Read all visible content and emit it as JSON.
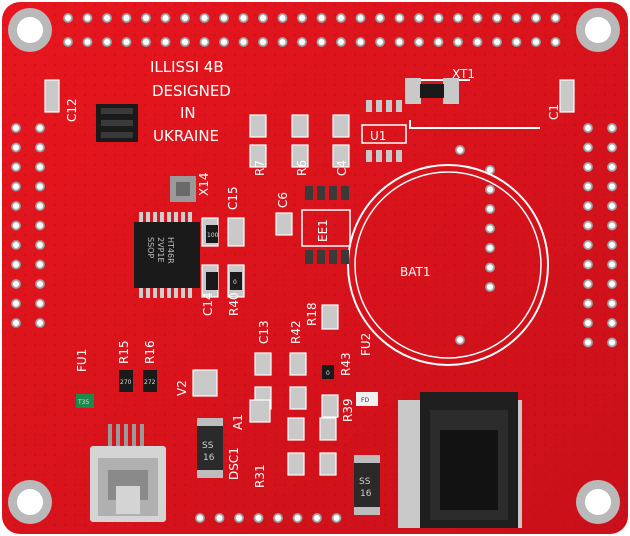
{
  "board": {
    "silkscreen_title": [
      "ILLISSI 4B",
      "DESIGNED",
      "IN",
      "UKRAINE"
    ],
    "labels": {
      "xt1": "XT1",
      "c1": "C1",
      "c12": "C12",
      "u1": "U1",
      "r7": "R7",
      "r6": "R6",
      "c4": "C4",
      "c6": "C6",
      "ee1": "EE1",
      "x14": "X14",
      "c15": "C15",
      "c14": "C14",
      "r40": "R40",
      "bat1": "BAT1",
      "r18": "R18",
      "r42": "R42",
      "c13": "C13",
      "r43": "R43",
      "fu2": "FU2",
      "fu1": "FU1",
      "r15": "R15",
      "r16": "R16",
      "v2": "V2",
      "a1": "A1",
      "r39": "R39",
      "dsc1": "DSC1",
      "r31": "R31"
    },
    "chip_text": [
      "HT46R",
      "2VP1E",
      "SSOP"
    ],
    "diode_text": [
      "SS",
      "16"
    ],
    "resistor_codes": [
      "100",
      "0",
      "0",
      "270",
      "272",
      "FD",
      "T35"
    ]
  },
  "colors": {
    "pcb_red": "#e0141c",
    "pad_silver": "#c9c9c9",
    "silk_white": "#ffffff",
    "ic_black": "#1a1a1a"
  }
}
